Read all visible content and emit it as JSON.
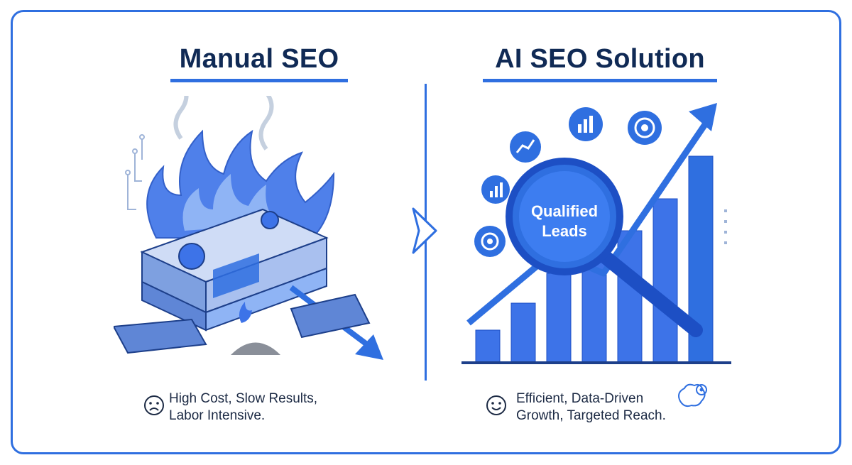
{
  "left": {
    "title": "Manual SEO",
    "caption_line1": "High Cost, Slow Results,",
    "caption_line2": "Labor Intensive.",
    "caption_icon": "sad-face-icon"
  },
  "right": {
    "title": "AI SEO Solution",
    "magnifier_line1": "Qualified",
    "magnifier_line2": "Leads",
    "caption_line1": "Efficient, Data-Driven",
    "caption_line2": "Growth, Targeted Reach.",
    "caption_icon": "smile-face-icon",
    "extra_icon": "brain-gear-icon"
  },
  "colors": {
    "accent": "#2f6fe0",
    "title": "#102a55",
    "light_blue": "#8fb4f5"
  }
}
